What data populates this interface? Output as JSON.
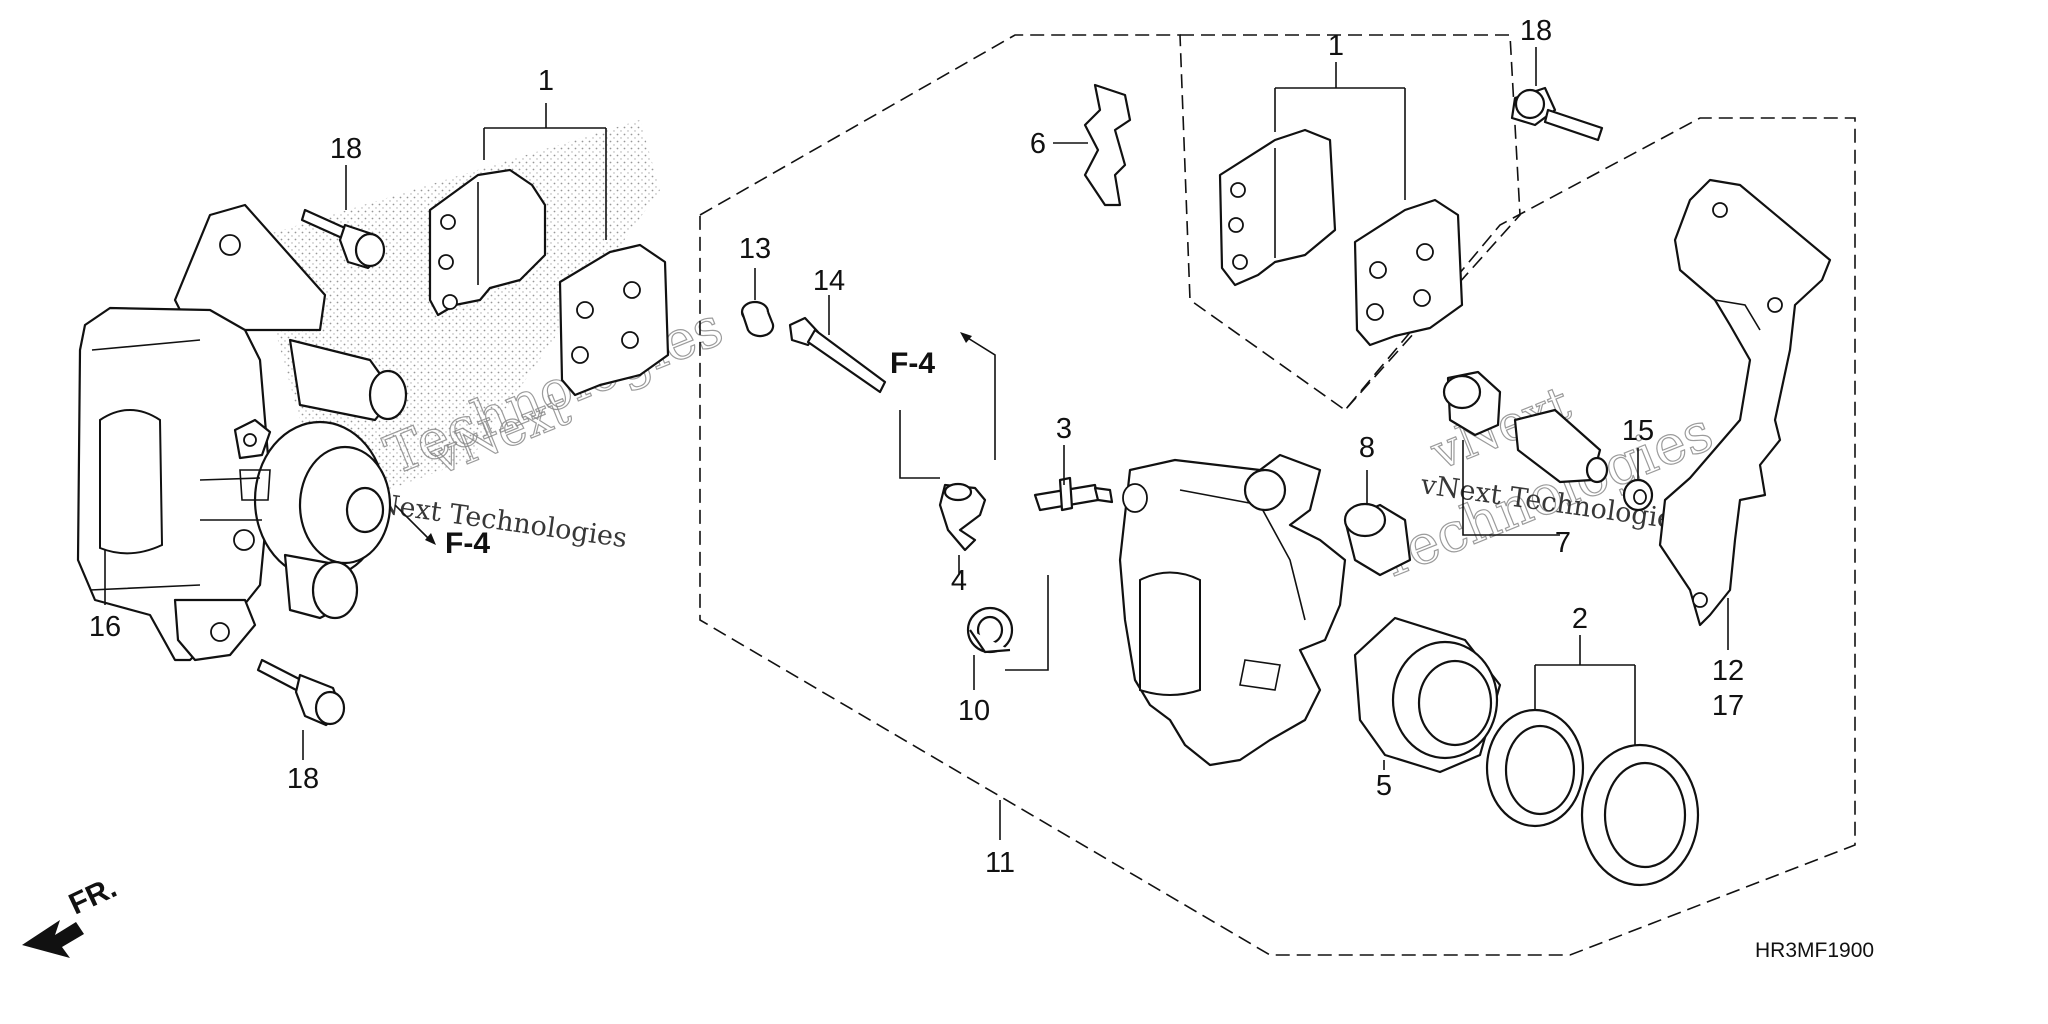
{
  "callouts": {
    "pads_left": "1",
    "pads_right": "1",
    "seal_kit": "2",
    "bleeder": "3",
    "bleeder_cap": "4",
    "piston": "5",
    "pad_spring": "6",
    "boot_7": "7",
    "boot_8": "8",
    "boot_10": "10",
    "caliper_sub": "11",
    "bracket_a": "12",
    "bracket_b": "17",
    "plug": "13",
    "pad_pin": "14",
    "washer": "15",
    "caliper_assy": "16",
    "bolt_top_left": "18",
    "bolt_bottom_left": "18",
    "bolt_top_right": "18"
  },
  "refs": {
    "left": "F-4",
    "middle": "F-4"
  },
  "front_marker": "FR.",
  "diagram_code": "HR3MF1900",
  "watermark": {
    "left_script": "vNext",
    "left_outline": "Technologies",
    "left_small": "vNext Technologies",
    "right_script": "vNext",
    "right_outline": "Technologies",
    "right_small": "vNext Technologies"
  }
}
